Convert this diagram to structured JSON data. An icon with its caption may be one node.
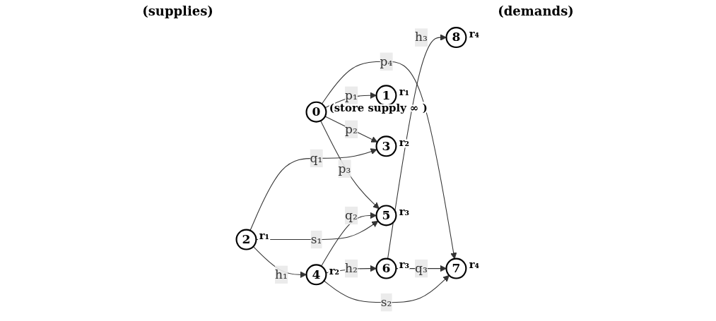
{
  "diagram": {
    "nodes": [
      {
        "text": [
          "2"
        ],
        "beside": [
          "r₁"
        ]
      },
      {
        "text": [
          "4"
        ],
        "beside": [
          "r₂"
        ]
      },
      {
        "text": [
          "6"
        ],
        "beside": [
          "r₃"
        ]
      },
      {
        "text": [
          "8"
        ],
        "beside": [
          "r₄"
        ]
      },
      {
        "text": [
          "1"
        ],
        "beside": [
          "r₁"
        ]
      },
      {
        "text": [
          "3"
        ],
        "beside": [
          "r₂"
        ]
      },
      {
        "text": [
          "5"
        ],
        "beside": [
          "r₃"
        ]
      },
      {
        "text": [
          "7"
        ],
        "beside": [
          "r₄"
        ]
      },
      {
        "text": [
          "0"
        ],
        "beside": [
          "(store supply ∞ )"
        ]
      }
    ],
    "edges": [
      {
        "from": 0,
        "to": 1,
        "arrow": "to",
        "label": "h₁"
      },
      {
        "from": 0,
        "to": 5,
        "arrow": "to",
        "label": "q₁"
      },
      {
        "from": 0,
        "to": 6,
        "arrow": "to",
        "label": "s₁"
      },
      {
        "from": 1,
        "to": 2,
        "arrow": "to",
        "label": "h₂"
      },
      {
        "from": 1,
        "to": 6,
        "arrow": "to",
        "label": "q₂"
      },
      {
        "from": 1,
        "to": 7,
        "arrow": "to",
        "label": "s₂"
      },
      {
        "from": 2,
        "to": 3,
        "arrow": "to",
        "label": "h₃"
      },
      {
        "from": 2,
        "to": 7,
        "arrow": "to",
        "label": "q₃"
      },
      {
        "from": 8,
        "to": 4,
        "arrow": "to",
        "label": "p₁"
      },
      {
        "from": 8,
        "to": 5,
        "arrow": "to",
        "label": "p₂"
      },
      {
        "from": 8,
        "to": 6,
        "arrow": "to",
        "label": "p₃"
      },
      {
        "from": 8,
        "to": 7,
        "arrow": "to",
        "label": "p₄"
      }
    ],
    "labels": [
      "(supplies)",
      "(demands)"
    ]
  }
}
